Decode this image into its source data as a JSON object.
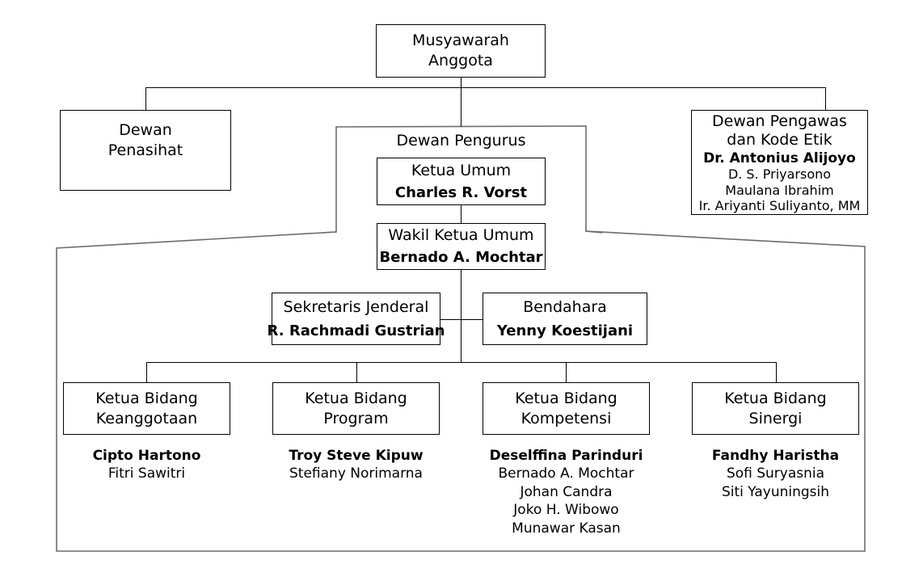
{
  "chart": {
    "type": "org-chart",
    "title_visible": false,
    "nodes": {
      "musyawarah": {
        "line1": "Musyawarah",
        "line2": "Anggota"
      },
      "penasihat": {
        "line1": "Dewan",
        "line2": "Penasihat"
      },
      "pengawas": {
        "line1": "Dewan Pengawas",
        "line2": "dan Kode Etik",
        "lead": "Dr. Antonius Alijoyo",
        "members": [
          "D. S. Priyarsono",
          "Maulana Ibrahim",
          "Ir. Ariyanti Suliyanto, MM"
        ]
      },
      "pengurus_label": "Dewan Pengurus",
      "ketua_umum": {
        "title": "Ketua Umum",
        "name": "Charles R. Vorst"
      },
      "wakil_ketua_umum": {
        "title": "Wakil Ketua Umum",
        "name": "Bernado A. Mochtar"
      },
      "sekretaris": {
        "title": "Sekretaris Jenderal",
        "name": "R. Rachmadi Gustrian"
      },
      "bendahara": {
        "title": "Bendahara",
        "name": "Yenny Koestijani"
      }
    },
    "bidang": [
      {
        "title_line1": "Ketua Bidang",
        "title_line2": "Keanggotaan",
        "lead": "Cipto Hartono",
        "members": [
          "Fitri Sawitri"
        ]
      },
      {
        "title_line1": "Ketua Bidang",
        "title_line2": "Program",
        "lead": "Troy Steve Kipuw",
        "members": [
          "Stefiany Norimarna"
        ]
      },
      {
        "title_line1": "Ketua Bidang",
        "title_line2": "Kompetensi",
        "lead": "Deselffina Parinduri",
        "members": [
          "Bernado A. Mochtar",
          "Johan Candra",
          "Joko H. Wibowo",
          "Munawar Kasan"
        ]
      },
      {
        "title_line1": "Ketua Bidang",
        "title_line2": "Sinergi",
        "lead": "Fandhy Haristha",
        "members": [
          "Sofi Suryasnia",
          "Siti Yayuningsih"
        ]
      }
    ],
    "colors": {
      "background": "#ffffff",
      "box_border": "#000000",
      "connector": "#000000",
      "container_border": "#6d6d6d",
      "text": "#000000"
    }
  }
}
